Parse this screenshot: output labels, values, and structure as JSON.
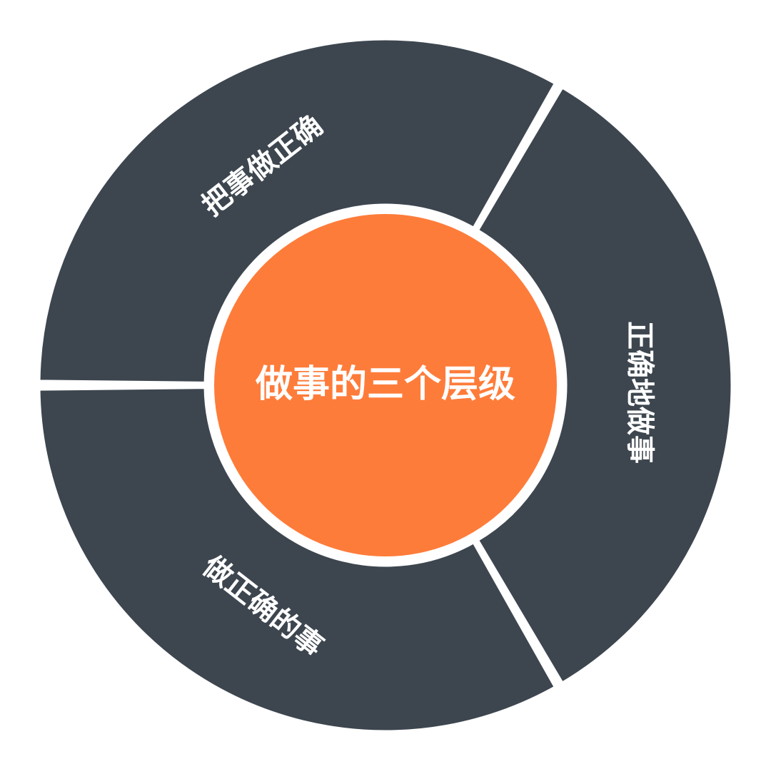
{
  "diagram": {
    "center_label": "做事的三个层级",
    "segments": [
      {
        "label": "把事做正确"
      },
      {
        "label": "正确地做事"
      },
      {
        "label": "做正确的事"
      }
    ]
  },
  "colors": {
    "ring": "#3d464f",
    "center": "#fe7c3a",
    "gap": "#ffffff",
    "text": "#ffffff"
  }
}
